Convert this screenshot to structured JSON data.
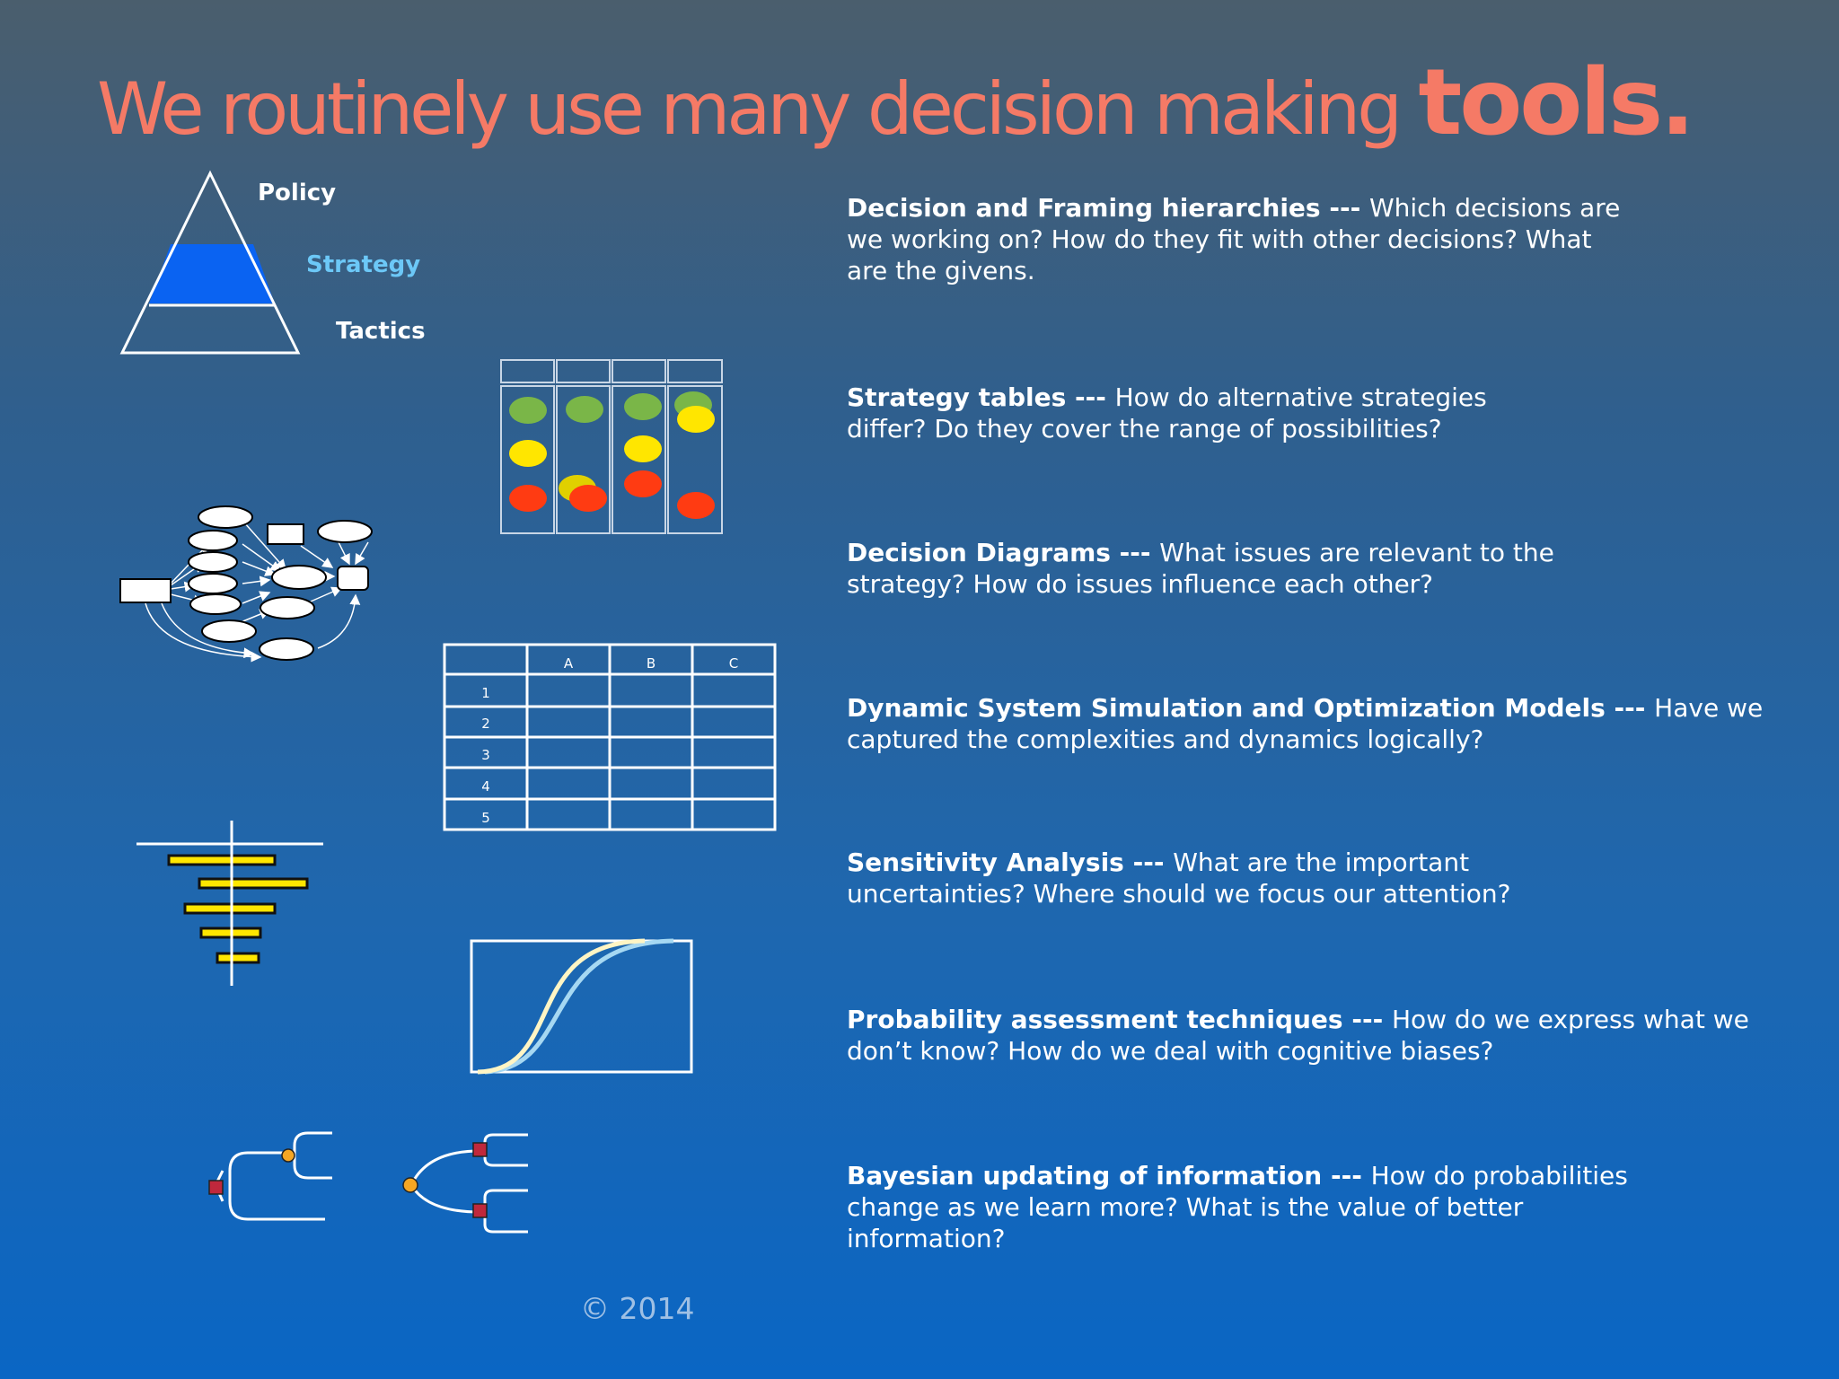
{
  "title": {
    "main": "We routinely use many decision making",
    "emphasis": "tools."
  },
  "pyramid": {
    "top": "Policy",
    "middle": "Strategy",
    "bottom": "Tactics"
  },
  "tools": [
    {
      "name": "Decision and Framing hierarchies",
      "sep": " --- ",
      "desc": "Which decisions are we working on?  How do they fit with other decisions?  What are the givens."
    },
    {
      "name": "Strategy tables",
      "sep": " --- ",
      "desc": "How do alternative strategies differ?  Do they cover the range of possibilities?"
    },
    {
      "name": "Decision Diagrams",
      "sep": " --- ",
      "desc": "What issues are relevant to the strategy? How do issues influence each other?"
    },
    {
      "name": "Dynamic System Simulation and Optimization Models",
      "sep": " --- ",
      "desc": "Have we captured the complexities and dynamics logically?"
    },
    {
      "name": "Sensitivity Analysis",
      "sep": " --- ",
      "desc": "What are the important uncertainties? Where should we focus our attention?"
    },
    {
      "name": "Probability assessment techniques",
      "sep": "  --- ",
      "desc": "How do we express what we don’t know?  How do we deal with cognitive biases?"
    },
    {
      "name": "Bayesian updating of information",
      "sep": " ---  ",
      "desc": "How do probabilities change as we learn more?  What is the value of better information?"
    }
  ],
  "spreadsheet": {
    "columns": [
      "A",
      "B",
      "C"
    ],
    "rows": [
      "1",
      "2",
      "3",
      "4",
      "5"
    ]
  },
  "footer": {
    "copyright": "© 2014"
  },
  "colors": {
    "title": "#f57a66",
    "strategy": "#6cc8f7",
    "pyramid_band": "#0a63f2",
    "bars": "#ffe600",
    "green": "#7ab648",
    "yellow": "#ffe600",
    "red": "#ff3b12"
  }
}
